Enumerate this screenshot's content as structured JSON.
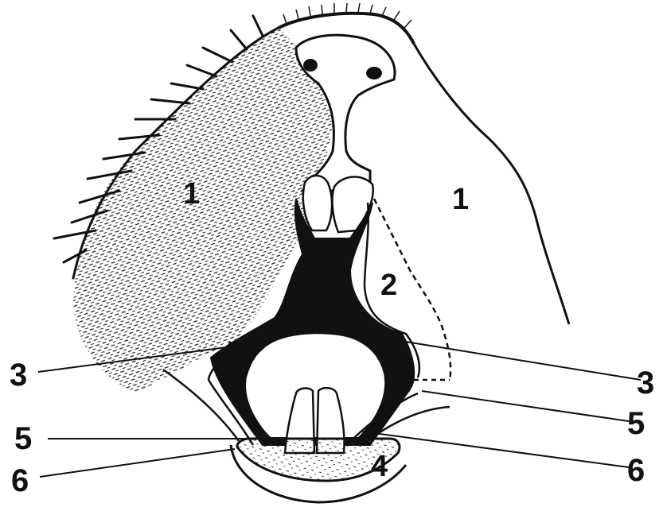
{
  "figure": {
    "labels": {
      "region_1_left": "1",
      "region_1_right": "1",
      "region_2": "2",
      "callout_3_left": "3",
      "callout_3_right": "3",
      "region_4": "4",
      "callout_5_left": "5",
      "callout_5_right": "5",
      "callout_6_left": "6",
      "callout_6_right": "6"
    },
    "colors": {
      "ink": "#111111",
      "paper": "#ffffff"
    }
  }
}
